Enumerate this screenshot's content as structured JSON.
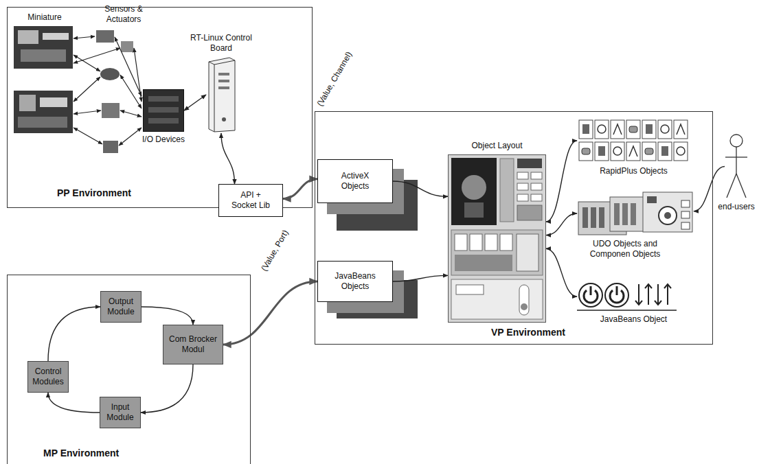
{
  "diagram": {
    "nodes": [
      {
        "text": [
          "PP Environment"
        ]
      },
      {
        "text": [
          "I/O Devices"
        ],
        "in": 0
      },
      {
        "text": [
          "RT-Linux Control Board"
        ],
        "in": 0
      },
      {
        "text": [
          "API + Socket Lib"
        ]
      },
      {
        "text": [
          "MP Environment"
        ]
      },
      {
        "text": [
          "Output Module"
        ],
        "in": 4
      },
      {
        "text": [
          "Control Modules"
        ],
        "in": 4
      },
      {
        "text": [
          "Com Brocker Modul"
        ],
        "in": 4
      },
      {
        "text": [
          "Input Module"
        ],
        "in": 4
      },
      {
        "text": [
          "VP Environment"
        ]
      },
      {
        "text": [
          "ActiveX Objects"
        ],
        "in": 9
      },
      {
        "text": [
          "JavaBeans Objects"
        ],
        "in": 9
      },
      {
        "text": [
          "Object Layout"
        ],
        "in": 9
      },
      {
        "text": [
          "RapidPlus Objects"
        ],
        "in": 9
      },
      {
        "text": [
          "UDO Objects and Componen Objects"
        ],
        "in": 9
      },
      {
        "text": [
          "JavaBeans Object"
        ],
        "in": 9
      },
      {
        "text": [
          "end-users"
        ]
      }
    ],
    "edges": [
      {
        "from": 1,
        "to": 2,
        "arrow": "both"
      },
      {
        "from": 2,
        "to": 3,
        "arrow": "both"
      },
      {
        "from": 3,
        "to": 10,
        "label": "(Value, Channel)",
        "arrow": "both"
      },
      {
        "from": 7,
        "to": 11,
        "label": "(Value, Port)",
        "arrow": "both"
      },
      {
        "from": 6,
        "to": 5,
        "arrow": "to"
      },
      {
        "from": 5,
        "to": 7,
        "arrow": "to"
      },
      {
        "from": 7,
        "to": 8,
        "arrow": "to"
      },
      {
        "from": 8,
        "to": 6,
        "arrow": "to"
      },
      {
        "from": 10,
        "to": 12,
        "arrow": "to"
      },
      {
        "from": 11,
        "to": 12,
        "arrow": "to"
      },
      {
        "from": 12,
        "to": 13,
        "arrow": "both"
      },
      {
        "from": 12,
        "to": 14,
        "arrow": "both"
      },
      {
        "from": 12,
        "to": 15,
        "arrow": "both"
      },
      {
        "from": 16,
        "to": 14,
        "arrow": "to"
      }
    ],
    "labels": [
      "Miniature",
      "Sensors & Actuators"
    ]
  }
}
